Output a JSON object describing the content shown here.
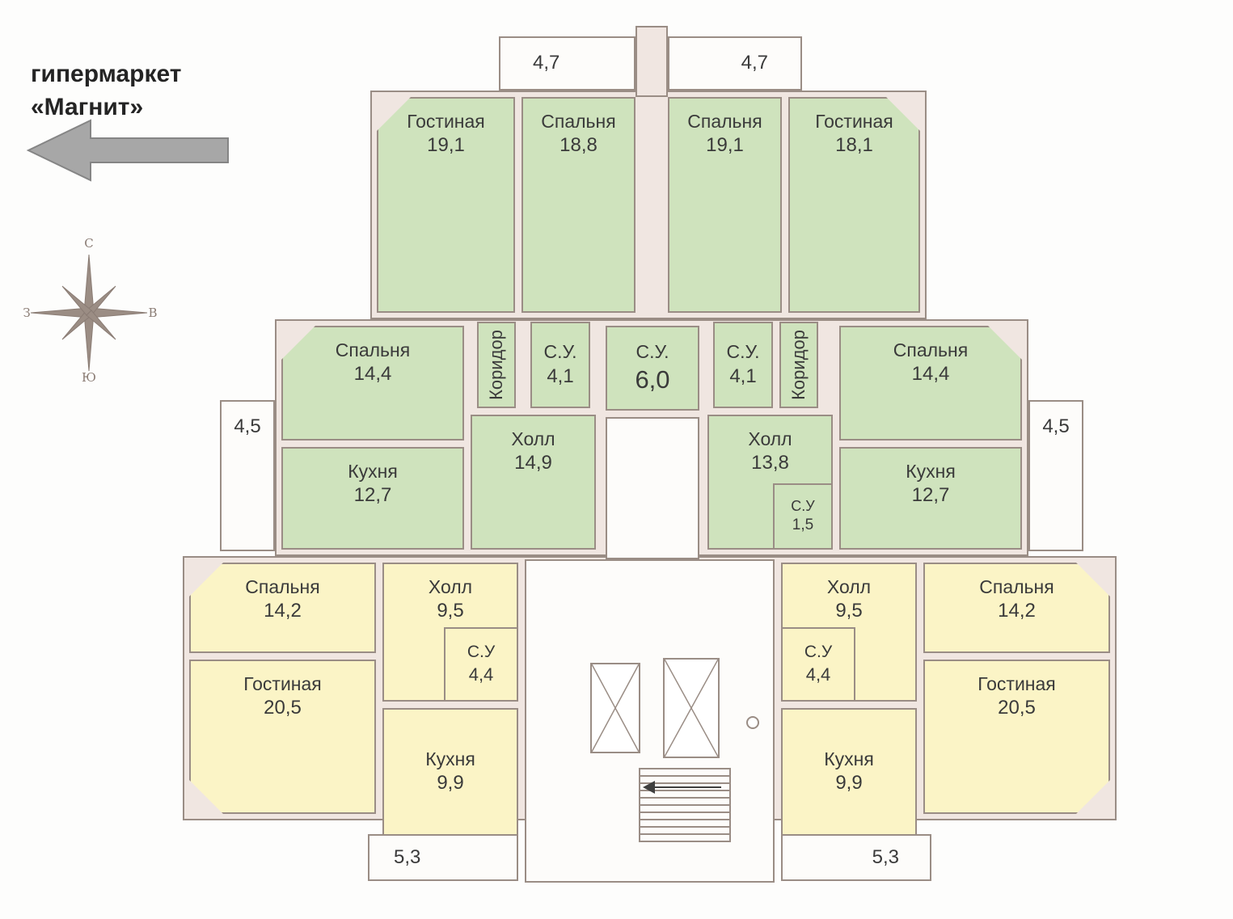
{
  "annotations": {
    "hypermarket_line1": "гипермаркет",
    "hypermarket_line2": "«Магнит»"
  },
  "compass": {
    "north": "С",
    "east": "В",
    "south": "Ю",
    "west": "З"
  },
  "colors": {
    "green_room": "#cfe3bd",
    "yellow_room": "#fbf4c6",
    "wall": "#f0e6e1",
    "outline": "#9a8d85",
    "neutral": "#fdfcfa",
    "text": "#3a3a3a",
    "arrow_fill": "#a7a7a7",
    "compass_color": "#9b8d84"
  },
  "rooms": {
    "a1_balcony_top": {
      "area": "4,7"
    },
    "a1_living": {
      "name": "Гостиная",
      "area": "19,1"
    },
    "a1_bed1": {
      "name": "Спальня",
      "area": "18,8"
    },
    "a1_corridor": {
      "name": "Коридор"
    },
    "a1_su": {
      "name": "С.У.",
      "area": "4,1"
    },
    "a1_bed2": {
      "name": "Спальня",
      "area": "14,4"
    },
    "a1_kitchen": {
      "name": "Кухня",
      "area": "12,7"
    },
    "a1_hall": {
      "name": "Холл",
      "area": "14,9"
    },
    "a1_balcony_side": {
      "area": "4,5"
    },
    "su_center": {
      "name": "С.У.",
      "area": "6,0"
    },
    "a2_bed1": {
      "name": "Спальня",
      "area": "19,1"
    },
    "a2_living": {
      "name": "Гостиная",
      "area": "18,1"
    },
    "a2_balcony_top": {
      "area": "4,7"
    },
    "a2_corridor": {
      "name": "Коридор"
    },
    "a2_su": {
      "name": "С.У.",
      "area": "4,1"
    },
    "a2_hall": {
      "name": "Холл",
      "area": "13,8"
    },
    "a2_su2": {
      "name": "С.У",
      "area": "1,5"
    },
    "a2_bed2": {
      "name": "Спальня",
      "area": "14,4"
    },
    "a2_kitchen": {
      "name": "Кухня",
      "area": "12,7"
    },
    "a2_balcony_side": {
      "area": "4,5"
    },
    "a3_bed": {
      "name": "Спальня",
      "area": "14,2"
    },
    "a3_hall": {
      "name": "Холл",
      "area": "9,5"
    },
    "a3_su": {
      "name": "С.У",
      "area": "4,4"
    },
    "a3_living": {
      "name": "Гостиная",
      "area": "20,5"
    },
    "a3_kitchen": {
      "name": "Кухня",
      "area": "9,9"
    },
    "a3_balcony": {
      "area": "5,3"
    },
    "a4_hall": {
      "name": "Холл",
      "area": "9,5"
    },
    "a4_su": {
      "name": "С.У",
      "area": "4,4"
    },
    "a4_bed": {
      "name": "Спальня",
      "area": "14,2"
    },
    "a4_living": {
      "name": "Гостиная",
      "area": "20,5"
    },
    "a4_kitchen": {
      "name": "Кухня",
      "area": "9,9"
    },
    "a4_balcony": {
      "area": "5,3"
    }
  }
}
